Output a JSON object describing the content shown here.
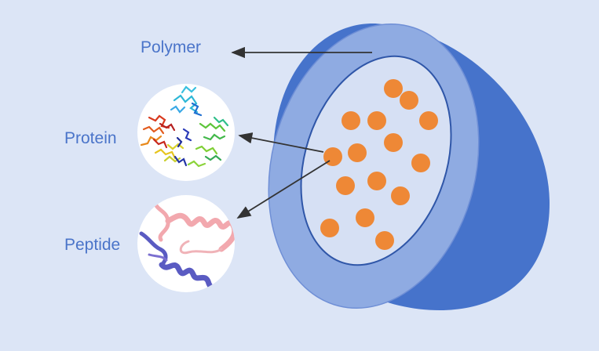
{
  "labels": {
    "polymer": "Polymer",
    "protein": "Protein",
    "peptide": "Peptide"
  },
  "colors": {
    "background": "#dce5f6",
    "label_text": "#4a74c9",
    "shell_outer": "#4673cb",
    "shell_rim": "#8fabe2",
    "shell_inner": "#d6e0f4",
    "shell_outline": "#2f56a8",
    "particle": "#ee8836",
    "arrow": "#333333",
    "inset_bg": "#ffffff",
    "peptide_helix_pink": "#f2a8ae",
    "peptide_helix_purple": "#5a5bc2"
  },
  "icons": {
    "protein_structure": "protein-structure-icon",
    "peptide_structure": "peptide-helix-icon"
  }
}
